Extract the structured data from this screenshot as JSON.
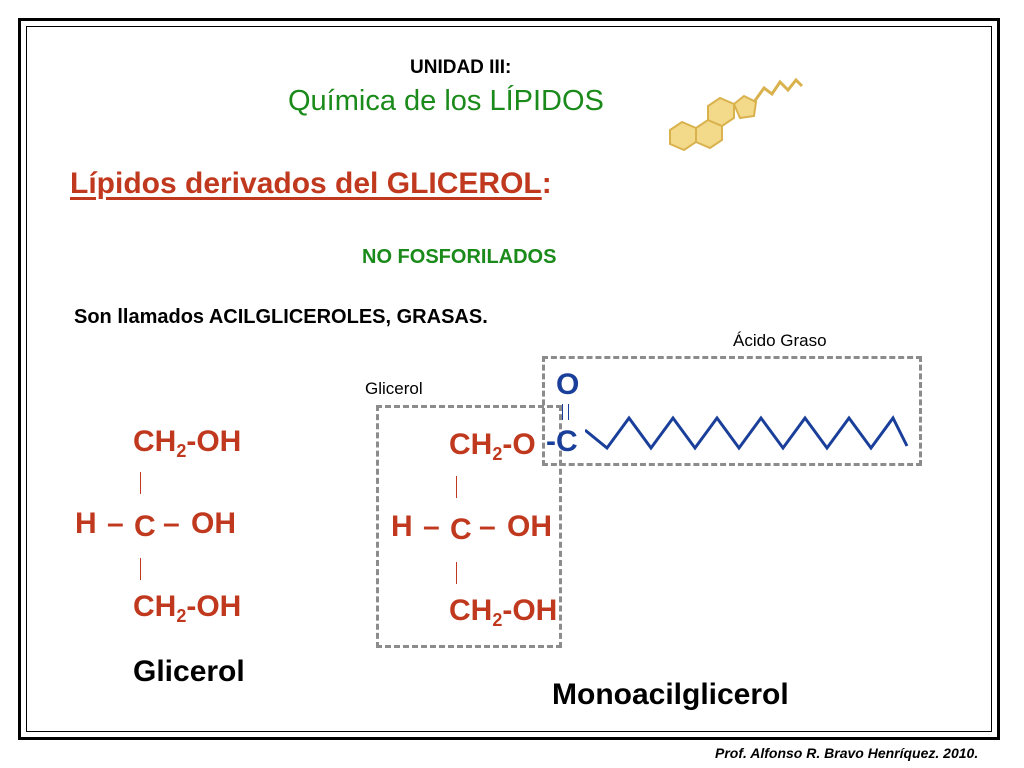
{
  "header": {
    "unit": "UNIDAD III:",
    "title": "Química de los LÍPIDOS"
  },
  "section": {
    "heading": "Lípidos derivados del GLICEROL",
    "colon": ":",
    "subheading": "NO FOSFORILADOS",
    "description": "Son llamados ACILGLICEROLES, GRASAS."
  },
  "glicerol_structure": {
    "top_group_a": "CH",
    "top_sub": "2",
    "top_group_b": "-OH",
    "h_left": "H",
    "dash_left": "–",
    "carbon": "C",
    "dash_right": "–",
    "oh_right": "OH",
    "bottom_group_a": "CH",
    "bottom_sub": "2",
    "bottom_group_b": "-OH",
    "caption": "Glicerol"
  },
  "mono_structure": {
    "glicerol_label": "Glicerol",
    "acido_label": "Ácido Graso",
    "top_group_a": "CH",
    "top_sub": "2",
    "top_group_b": "-O",
    "ester_c": "-C",
    "ester_o": "O",
    "h_left": "H",
    "dash_left": "–",
    "carbon": "C",
    "dash_right": "–",
    "oh_right": "OH",
    "bottom_group_a": "CH",
    "bottom_sub": "2",
    "bottom_group_b": "-OH",
    "caption": "Monoacilglicerol"
  },
  "footer": {
    "credit": "Prof. Alfonso R. Bravo Henríquez. 2010."
  },
  "colors": {
    "title_green": "#1a8a1a",
    "chem_red": "#c0391e",
    "ester_blue": "#1a3f9a",
    "dash_gray": "#8c8c8c",
    "steroid_gold": "#f3d98a"
  },
  "icons": {
    "steroid_logo": "steroid-molecule-icon"
  }
}
